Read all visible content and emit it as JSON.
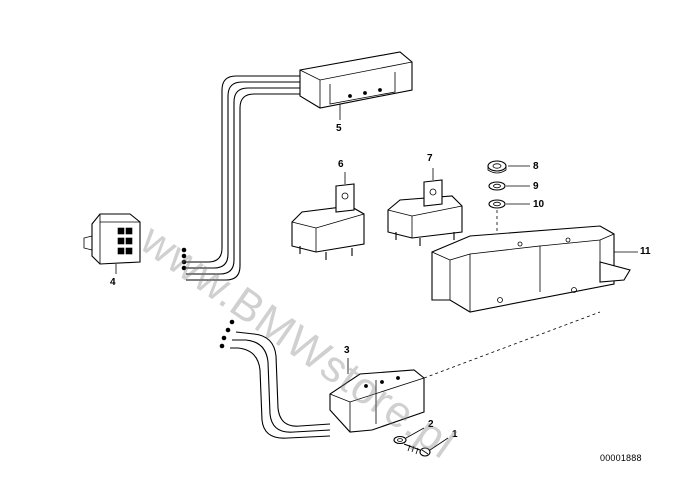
{
  "diagram": {
    "callouts": {
      "c1": "1",
      "c2": "2",
      "c3": "3",
      "c4": "4",
      "c5": "5",
      "c6": "6",
      "c7": "7",
      "c8": "8",
      "c9": "9",
      "c10": "10",
      "c11": "11"
    },
    "diagram_id": "00001888",
    "watermark": "www.BMWstore.pl"
  }
}
